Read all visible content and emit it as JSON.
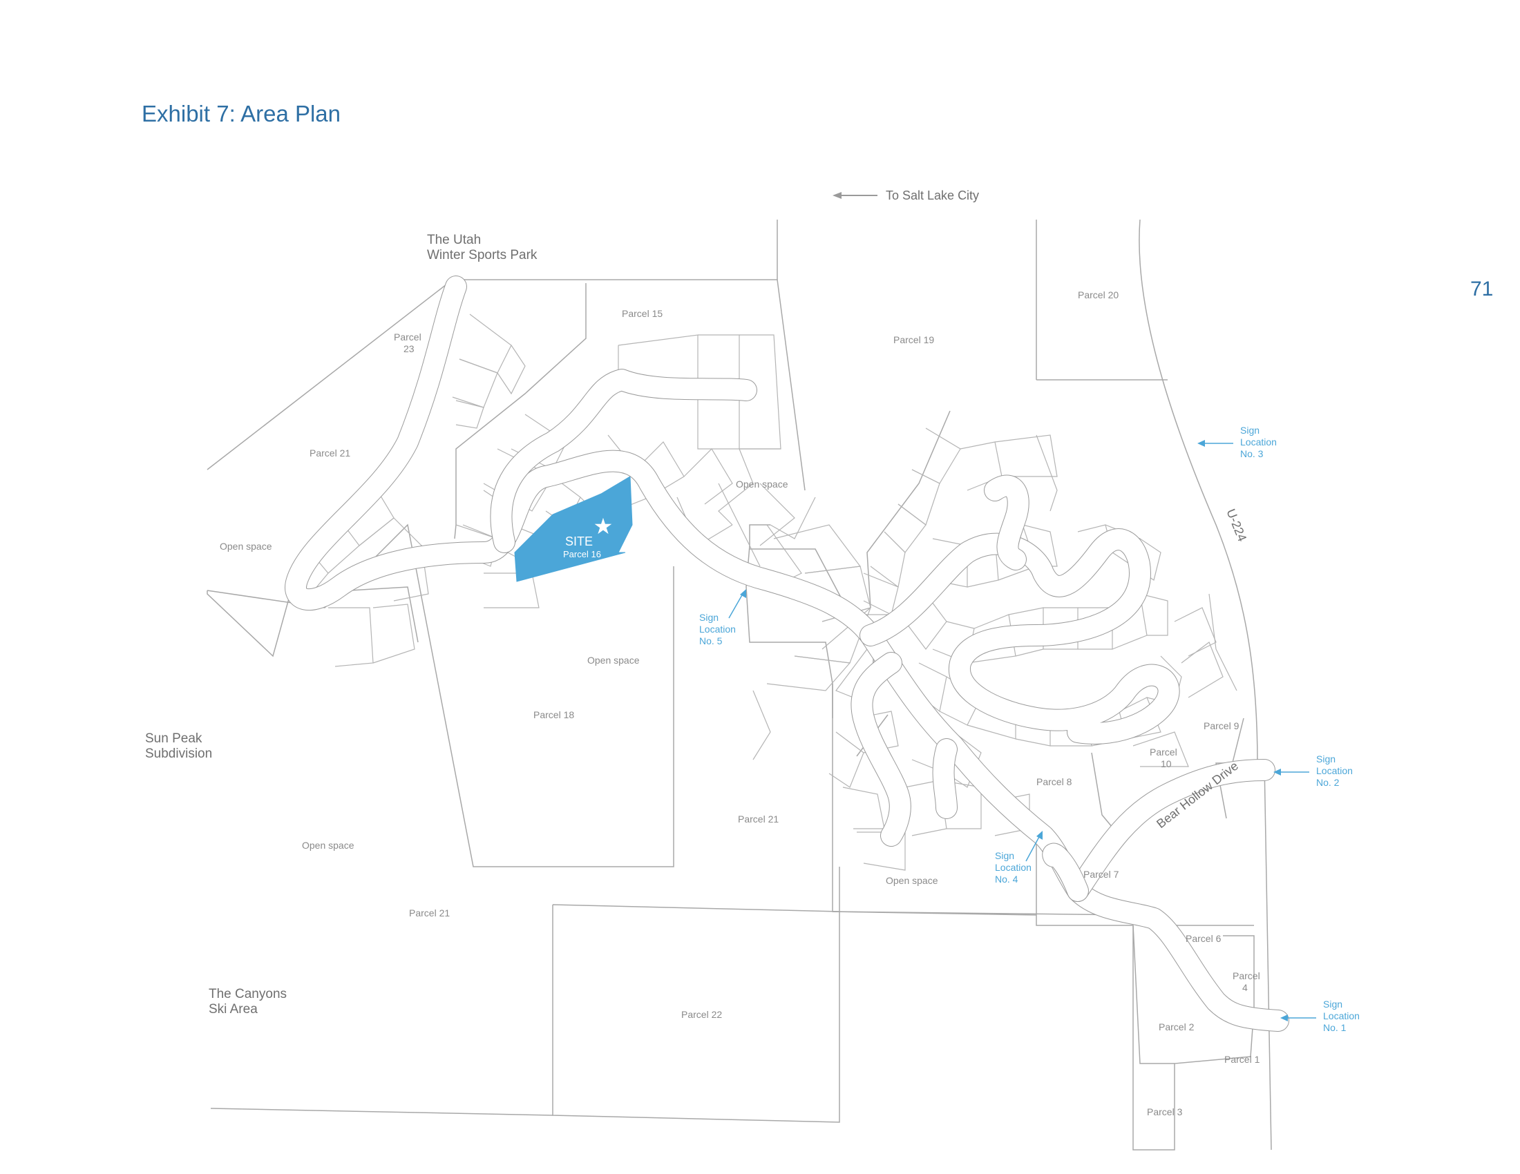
{
  "title": "Exhibit 7: Area Plan",
  "page_number": "71",
  "colors": {
    "accent": "#2e6fa4",
    "site_fill": "#4ba6d8",
    "sign_text": "#4ba6d8",
    "line": "#a8a8a8"
  },
  "direction": {
    "label": "To Salt Lake City",
    "icon": "arrow-left-icon"
  },
  "regions": {
    "winter_sports_park": [
      "The Utah",
      "Winter Sports Park"
    ],
    "sun_peak": [
      "Sun Peak",
      "Subdivision"
    ],
    "canyons": [
      "The Canyons",
      "Ski Area"
    ]
  },
  "site": {
    "label": "SITE",
    "sublabel": "Parcel 16",
    "icon": "star-icon"
  },
  "parcels": {
    "p15": "Parcel 15",
    "p19": "Parcel 19",
    "p20": "Parcel 20",
    "p23": [
      "Parcel",
      "23"
    ],
    "p21a": "Parcel 21",
    "p21b": "Parcel 21",
    "p21c": "Parcel 21",
    "p18": "Parcel 18",
    "p22": "Parcel 22",
    "p9": "Parcel 9",
    "p10": [
      "Parcel",
      "10"
    ],
    "p8": "Parcel 8",
    "p7": "Parcel 7",
    "p6": "Parcel 6",
    "p4": [
      "Parcel",
      "4"
    ],
    "p2": "Parcel 2",
    "p1": "Parcel 1",
    "p3": "Parcel 3"
  },
  "open_space": "Open space",
  "roads": {
    "u224": "U-224",
    "bear_hollow": "Bear Hollow Drive"
  },
  "signs": {
    "s1": [
      "Sign",
      "Location",
      "No. 1"
    ],
    "s2": [
      "Sign",
      "Location",
      "No. 2"
    ],
    "s3": [
      "Sign",
      "Location",
      "No. 3"
    ],
    "s4": [
      "Sign",
      "Location",
      "No. 4"
    ],
    "s5": [
      "Sign",
      "Location",
      "No. 5"
    ]
  }
}
